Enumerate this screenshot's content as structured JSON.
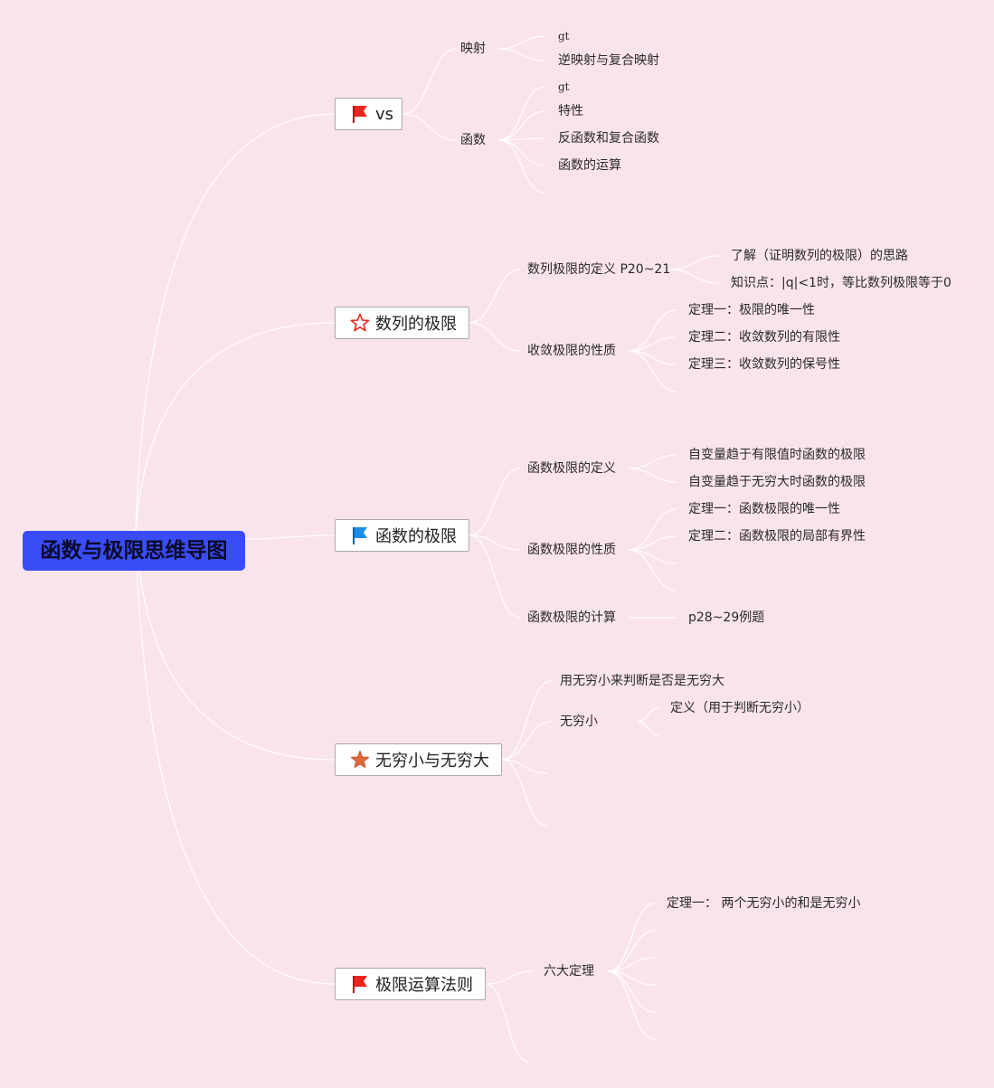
{
  "root": {
    "label": "函数与极限思维导图"
  },
  "colors": {
    "background": "#fae4ec",
    "root_fill": "#3a4cf5",
    "flag_red": "#e8261e",
    "flag_blue": "#1a8fe8",
    "star_outline": "#e8261e",
    "star_fill": "#e0693a"
  },
  "branches": [
    {
      "label": "vs",
      "icon": "red-flag-icon",
      "children": [
        {
          "label": "映射",
          "children": [
            {
              "label": "gt"
            },
            {
              "label": "逆映射与复合映射"
            }
          ]
        },
        {
          "label": "函数",
          "children": [
            {
              "label": "gt"
            },
            {
              "label": "特性"
            },
            {
              "label": "反函数和复合函数"
            },
            {
              "label": "函数的运算"
            },
            {
              "label": ""
            }
          ]
        }
      ]
    },
    {
      "label": "数列的极限",
      "icon": "star-outline-icon",
      "children": [
        {
          "label": "数列极限的定义 P20~21",
          "children": [
            {
              "label": "了解（证明数列的极限）的思路"
            },
            {
              "label": "知识点：|q|<1时，等比数列极限等于0"
            }
          ]
        },
        {
          "label": "收敛极限的性质",
          "children": [
            {
              "label": "定理一：极限的唯一性"
            },
            {
              "label": "定理二：收敛数列的有限性"
            },
            {
              "label": "定理三：收敛数列的保号性"
            },
            {
              "label": ""
            }
          ]
        }
      ]
    },
    {
      "label": "函数的极限",
      "icon": "blue-flag-icon",
      "children": [
        {
          "label": "函数极限的定义",
          "children": [
            {
              "label": "自变量趋于有限值时函数的极限"
            },
            {
              "label": "自变量趋于无穷大时函数的极限"
            }
          ]
        },
        {
          "label": "函数极限的性质",
          "children": [
            {
              "label": "定理一：函数极限的唯一性"
            },
            {
              "label": "定理二：函数极限的局部有界性"
            },
            {
              "label": ""
            },
            {
              "label": ""
            }
          ]
        },
        {
          "label": "函数极限的计算",
          "children": [
            {
              "label": "p28~29例题"
            }
          ]
        }
      ]
    },
    {
      "label": "无穷小与无穷大",
      "icon": "star-filled-icon",
      "children": [
        {
          "label": "用无穷小来判断是否是无穷大",
          "children": []
        },
        {
          "label": "无穷小",
          "children": [
            {
              "label": "定义（用于判断无穷小）"
            },
            {
              "label": ""
            }
          ]
        },
        {
          "label": "",
          "children": []
        },
        {
          "label": "",
          "children": []
        }
      ]
    },
    {
      "label": "极限运算法则",
      "icon": "red-flag-icon",
      "children": [
        {
          "label": "六大定理",
          "children": [
            {
              "label": "定理一： 两个无穷小的和是无穷小"
            },
            {
              "label": ""
            },
            {
              "label": ""
            },
            {
              "label": ""
            },
            {
              "label": ""
            },
            {
              "label": ""
            }
          ]
        },
        {
          "label": "",
          "children": []
        }
      ]
    }
  ]
}
